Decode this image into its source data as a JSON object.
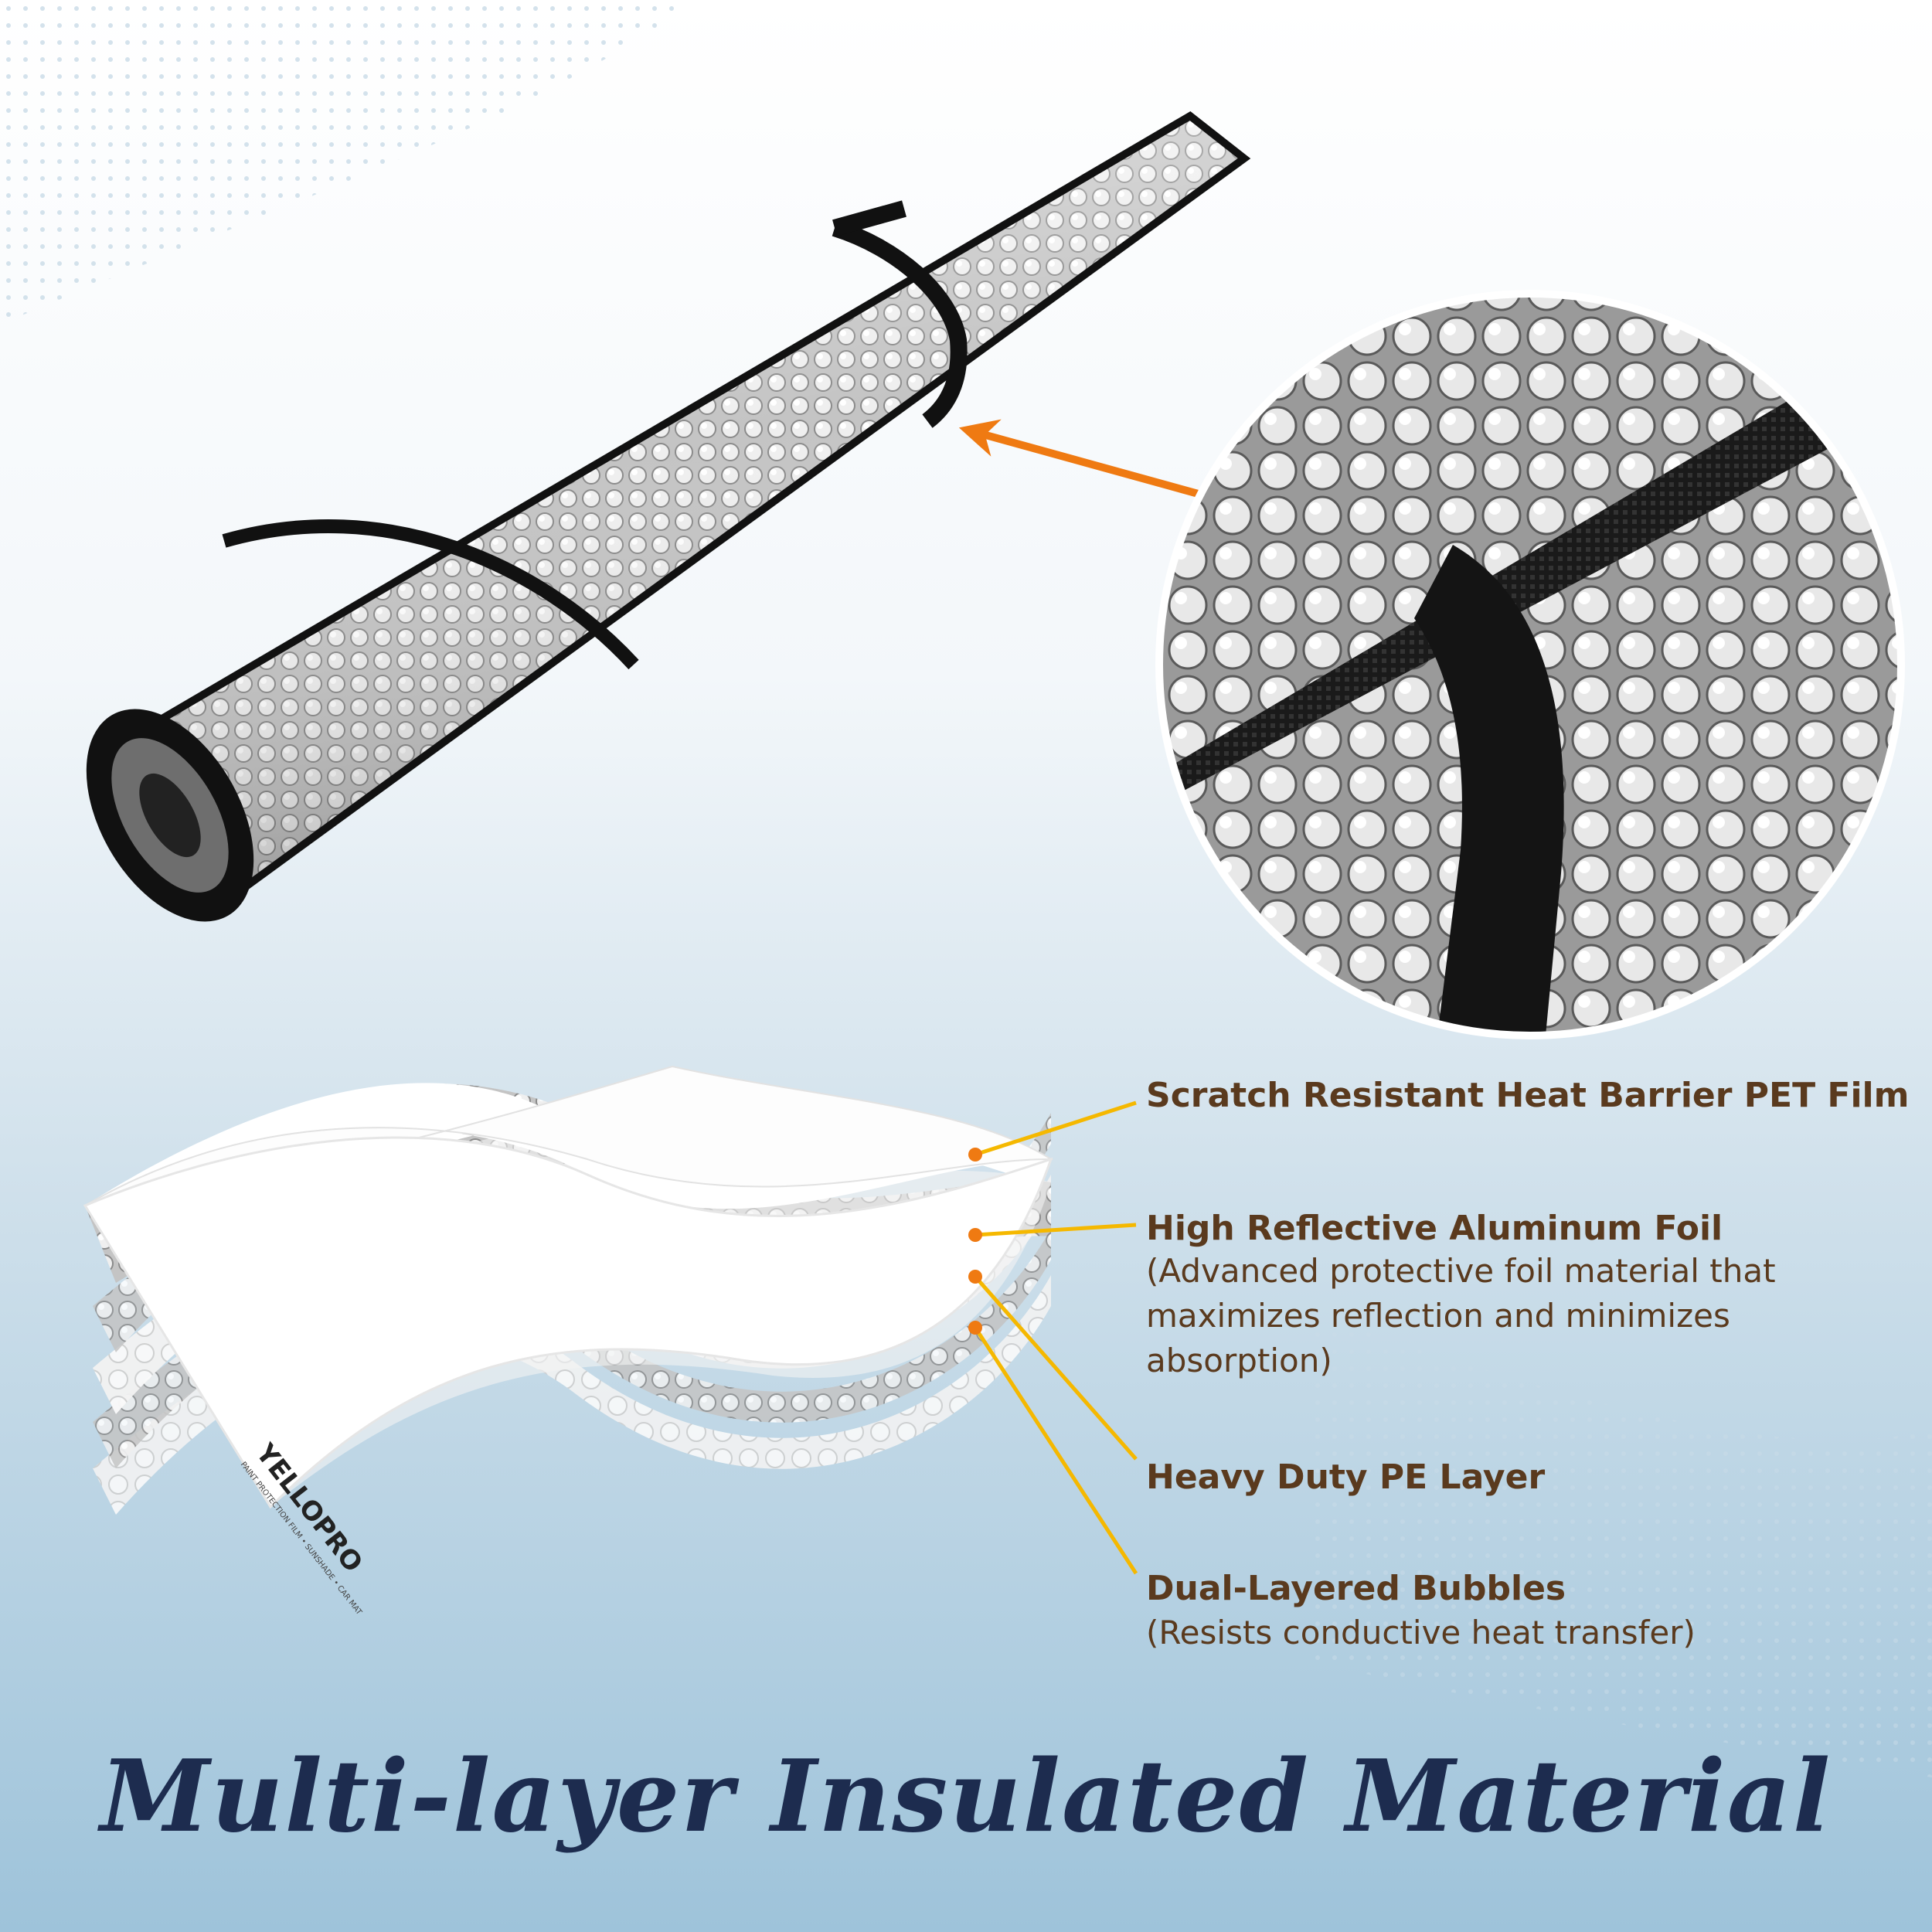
{
  "colors": {
    "background_top": "#ffffff",
    "background_bottom": "#9ec3da",
    "arrow": "#ef7a12",
    "leader_line": "#f5b800",
    "leader_dot": "#ef7a12",
    "strap": "#1a1a1a",
    "label_text": "#5a3a1e",
    "headline_text": "#1d2c4f"
  },
  "product": {
    "icons": {
      "roll": "rolled-sunshade-icon",
      "detail": "strap-closeup-icon",
      "stack": "layer-stack-icon",
      "arrow": "pointer-arrow-icon"
    },
    "brand_logo_text": "YELLOPRO",
    "brand_tagline": "PAINT PROTECTION FILM • SUNSHADE • CAR MAT"
  },
  "layers": [
    {
      "title": "Scratch Resistant Heat Barrier PET Film",
      "description": ""
    },
    {
      "title": "High Reflective Aluminum Foil",
      "description": "(Advanced protective foil material that maximizes reflection and minimizes absorption)"
    },
    {
      "title": "Heavy Duty PE Layer",
      "description": ""
    },
    {
      "title": "Dual-Layered Bubbles",
      "description": "(Resists conductive heat transfer)"
    }
  ],
  "layer_desc_lines": {
    "foil": [
      "(Advanced protective foil material that",
      "maximizes reflection and minimizes",
      "absorption)"
    ],
    "bubbles": [
      "(Resists conductive heat transfer)"
    ]
  },
  "headline": "Multi-layer Insulated Material"
}
